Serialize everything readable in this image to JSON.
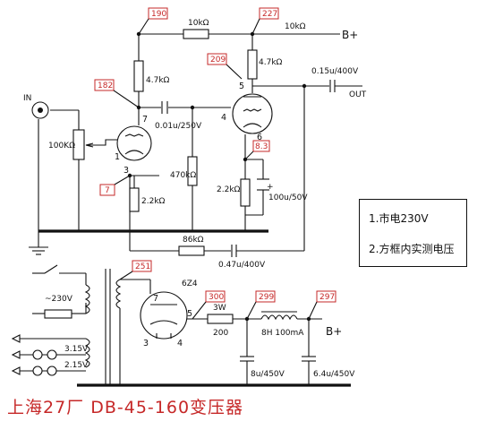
{
  "labels": {
    "in": "IN",
    "out": "OUT",
    "b_plus_top": "B+",
    "b_plus_psu": "B+",
    "r_10k_a": "10kΩ",
    "r_10k_b": "10kΩ",
    "r_4k7_left": "4.7kΩ",
    "r_4k7_right": "4.7kΩ",
    "c_out": "0.15u/400V",
    "c_coupling": "0.01u/250V",
    "pot_100k": "100KΩ",
    "r_470k": "470kΩ",
    "r_2k2_left": "2.2kΩ",
    "r_2k2_right": "2.2kΩ",
    "c_cathode": "100u/50V",
    "r_86k": "86kΩ",
    "c_fb": "0.47u/400V",
    "mains": "~230V",
    "heater_315": "3.15V",
    "heater_215": "2.15V",
    "rectifier": "6Z4",
    "r_3w": "3W",
    "r_200": "200",
    "choke": "8H 100mA",
    "c_filter_1": "8u/450V",
    "c_filter_2": "6.4u/450V"
  },
  "pins": {
    "v1_plate": "7",
    "v1_cathode": "3",
    "v1_grid": "1",
    "v2_plate": "5",
    "v2_grid": "4",
    "v2_cathode": "6",
    "rect_plate": "7",
    "rect_cathode": "5",
    "rect_h1": "3",
    "rect_h2": "4"
  },
  "test_points": {
    "tp1": "190",
    "tp2": "227",
    "tp3": "182",
    "tp4": "209",
    "tp5": "7",
    "tp6": "8.3",
    "tp7": "251",
    "tp8": "300",
    "tp9": "299",
    "tp10": "297"
  },
  "legend": {
    "line1": "1.市电230V",
    "line2": "2.方框内实测电压"
  },
  "caption": "上海27厂 DB-45-160变压器"
}
